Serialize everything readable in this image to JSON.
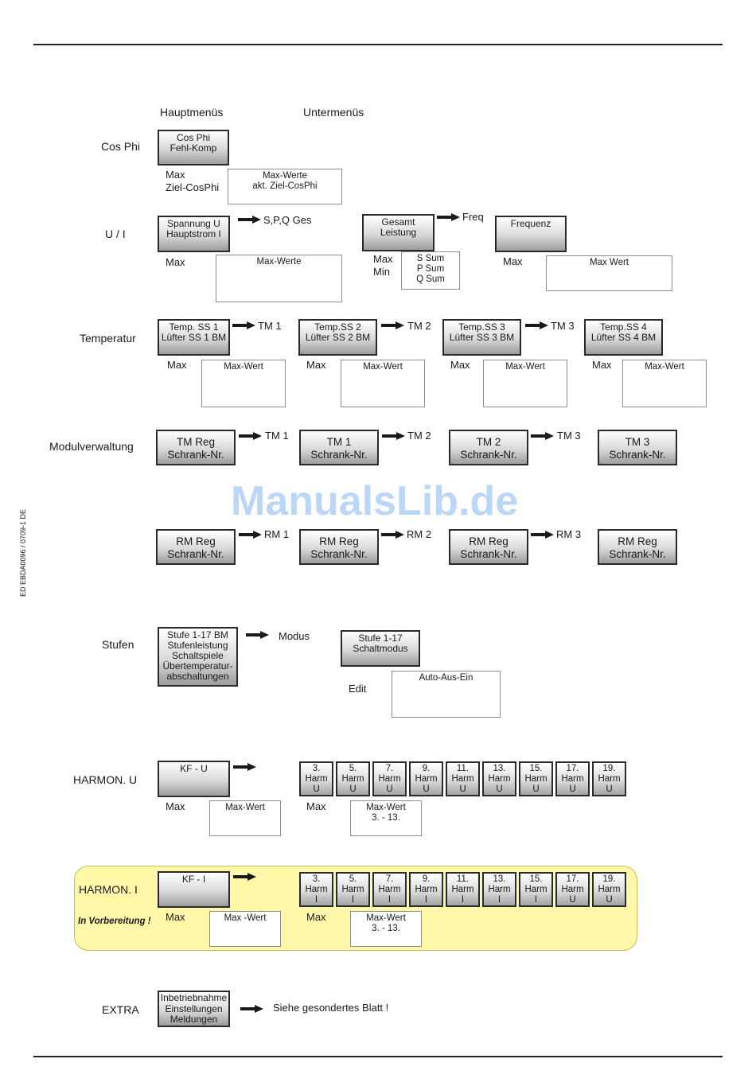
{
  "side_text": "ED EBDA0096 / 0709-1 DE",
  "watermark": "ManualsLib.de",
  "headers": {
    "main": "Hauptmenüs",
    "sub": "Untermenüs"
  },
  "cosphi": {
    "label": "Cos Phi",
    "box": "Cos Phi\nFehl-Komp",
    "max_text": "Max\nZiel-CosPhi",
    "sub_box": "Max-Werte\nakt. Ziel-CosPhi"
  },
  "ui": {
    "label": "U / I",
    "box1": "Spannung U\nHauptstrom I",
    "arrow1_label": "S,P,Q Ges",
    "max1": "Max",
    "sub1": "Max-Werte",
    "box2": "Gesamt\nLeistung",
    "arrow2_label": "Freq",
    "maxmin": "Max\nMin",
    "sub2": "S Sum\nP Sum\nQ Sum",
    "box3": "Frequenz",
    "max3": "Max",
    "sub3": "Max Wert"
  },
  "temperatur": {
    "label": "Temperatur",
    "items": [
      {
        "box": "Temp. SS 1\nLüfter SS 1 BM",
        "arrow": "TM 1",
        "max": "Max",
        "sub": "Max-Wert"
      },
      {
        "box": "Temp.SS 2\nLüfter SS 2 BM",
        "arrow": "TM 2",
        "max": "Max",
        "sub": "Max-Wert"
      },
      {
        "box": "Temp.SS 3\nLüfter SS 3 BM",
        "arrow": "TM 3",
        "max": "Max",
        "sub": "Max-Wert"
      },
      {
        "box": "Temp.SS 4\nLüfter SS 4 BM",
        "arrow": "",
        "max": "Max",
        "sub": "Max-Wert"
      }
    ]
  },
  "modulverwaltung": {
    "label": "Modulverwaltung",
    "tm": [
      {
        "box": "TM Reg\nSchrank-Nr.",
        "arrow": "TM 1"
      },
      {
        "box": "TM 1\nSchrank-Nr.",
        "arrow": "TM 2"
      },
      {
        "box": "TM 2\nSchrank-Nr.",
        "arrow": "TM 3"
      },
      {
        "box": "TM 3\nSchrank-Nr.",
        "arrow": ""
      }
    ],
    "rm": [
      {
        "box": "RM Reg\nSchrank-Nr.",
        "arrow": "RM 1"
      },
      {
        "box": "RM Reg\nSchrank-Nr.",
        "arrow": "RM 2"
      },
      {
        "box": "RM Reg\nSchrank-Nr.",
        "arrow": "RM 3"
      },
      {
        "box": "RM Reg\nSchrank-Nr.",
        "arrow": ""
      }
    ]
  },
  "stufen": {
    "label": "Stufen",
    "box": "Stufe 1-17 BM\nStufenleistung\nSchaltspiele\nÜbertemperatur-\nabschaltungen",
    "arrow_label": "Modus",
    "box2": "Stufe 1-17\nSchaltmodus",
    "edit": "Edit",
    "sub": "Auto-Aus-Ein"
  },
  "harmon_u": {
    "label": "HARMON. U",
    "box": "KF - U",
    "max1": "Max",
    "sub1": "Max-Wert",
    "max2": "Max",
    "sub2": "Max-Wert\n3. - 13.",
    "harms": [
      "3.\nHarm\nU",
      "5.\nHarm\nU",
      "7.\nHarm\nU",
      "9.\nHarm\nU",
      "11.\nHarm\nU",
      "13.\nHarm\nU",
      "15.\nHarm\nU",
      "17.\nHarm\nU",
      "19.\nHarm\nU"
    ]
  },
  "harmon_i": {
    "label": "HARMON. I",
    "note": "In Vorbereitung !",
    "box": "KF - I",
    "max1": "Max",
    "sub1": "Max -Wert",
    "max2": "Max",
    "sub2": "Max-Wert\n3. - 13.",
    "harms": [
      "3.\nHarm\nI",
      "5.\nHarm\nI",
      "7.\nHarm\nI",
      "9.\nHarm\nI",
      "11.\nHarm\nI",
      "13.\nHarm\nI",
      "15.\nHarm\nI",
      "17.\nHarm\nU",
      "19.\nHarm\nU"
    ]
  },
  "extra": {
    "label": "EXTRA",
    "box": "Inbetriebnahme\nEinstellungen\nMeldungen",
    "arrow_label": "Siehe gesondertes Blatt !"
  }
}
